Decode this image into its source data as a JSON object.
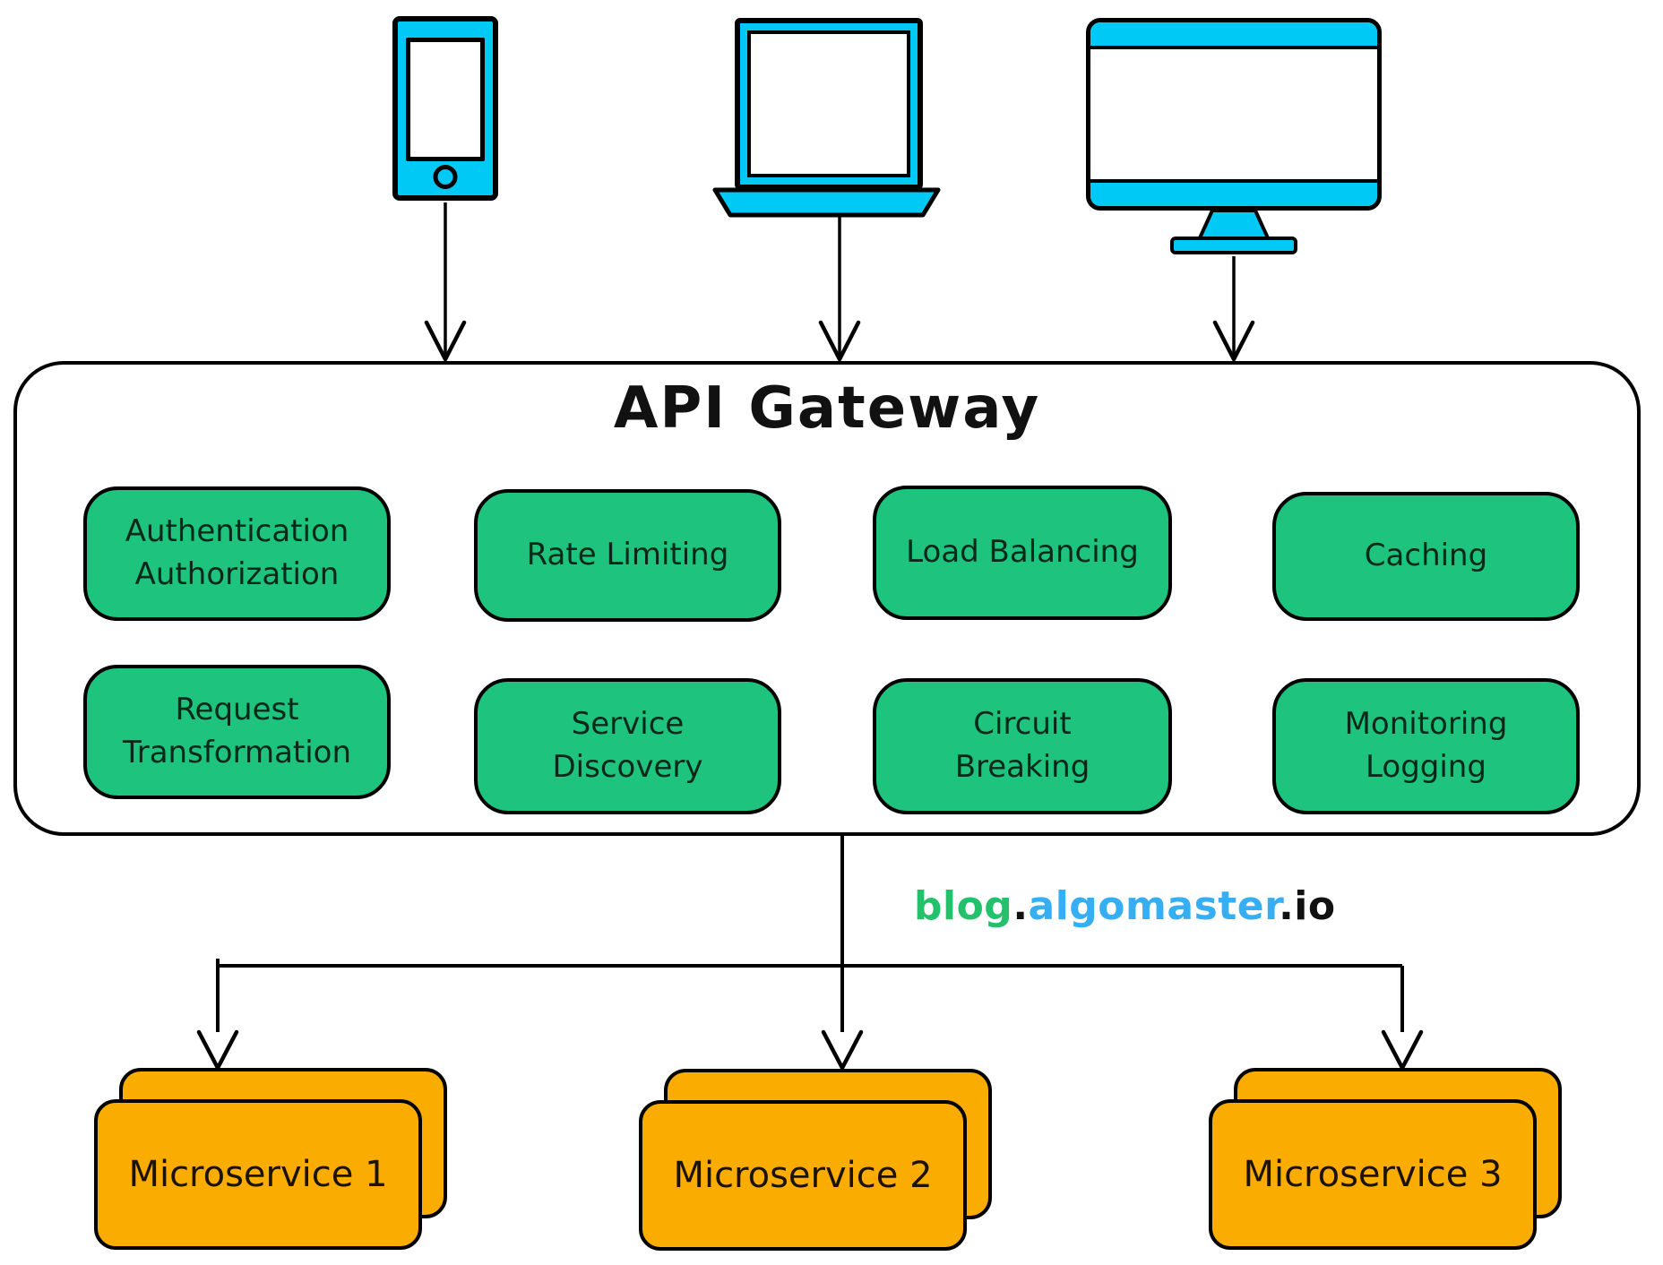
{
  "colors": {
    "cyan": "#00c9f5",
    "green": "#1ec37d",
    "orange": "#fbac00",
    "brand_green": "#23c16b",
    "brand_blue": "#35aef3",
    "outline": "#000000"
  },
  "devices": [
    {
      "icon": "smartphone-icon"
    },
    {
      "icon": "laptop-icon"
    },
    {
      "icon": "desktop-monitor-icon"
    }
  ],
  "gateway": {
    "title": "API Gateway",
    "features": [
      {
        "label": "Authentication\nAuthorization"
      },
      {
        "label": "Rate Limiting"
      },
      {
        "label": "Load Balancing"
      },
      {
        "label": "Caching"
      },
      {
        "label": "Request\nTransformation"
      },
      {
        "label": "Service\nDiscovery"
      },
      {
        "label": "Circuit\nBreaking"
      },
      {
        "label": "Monitoring\nLogging"
      }
    ]
  },
  "watermark": {
    "blog": "blog",
    "dot": ".",
    "brand": "algomaster",
    "tld": "io"
  },
  "microservices": [
    {
      "label": "Microservice 1"
    },
    {
      "label": "Microservice 2"
    },
    {
      "label": "Microservice 3"
    }
  ]
}
